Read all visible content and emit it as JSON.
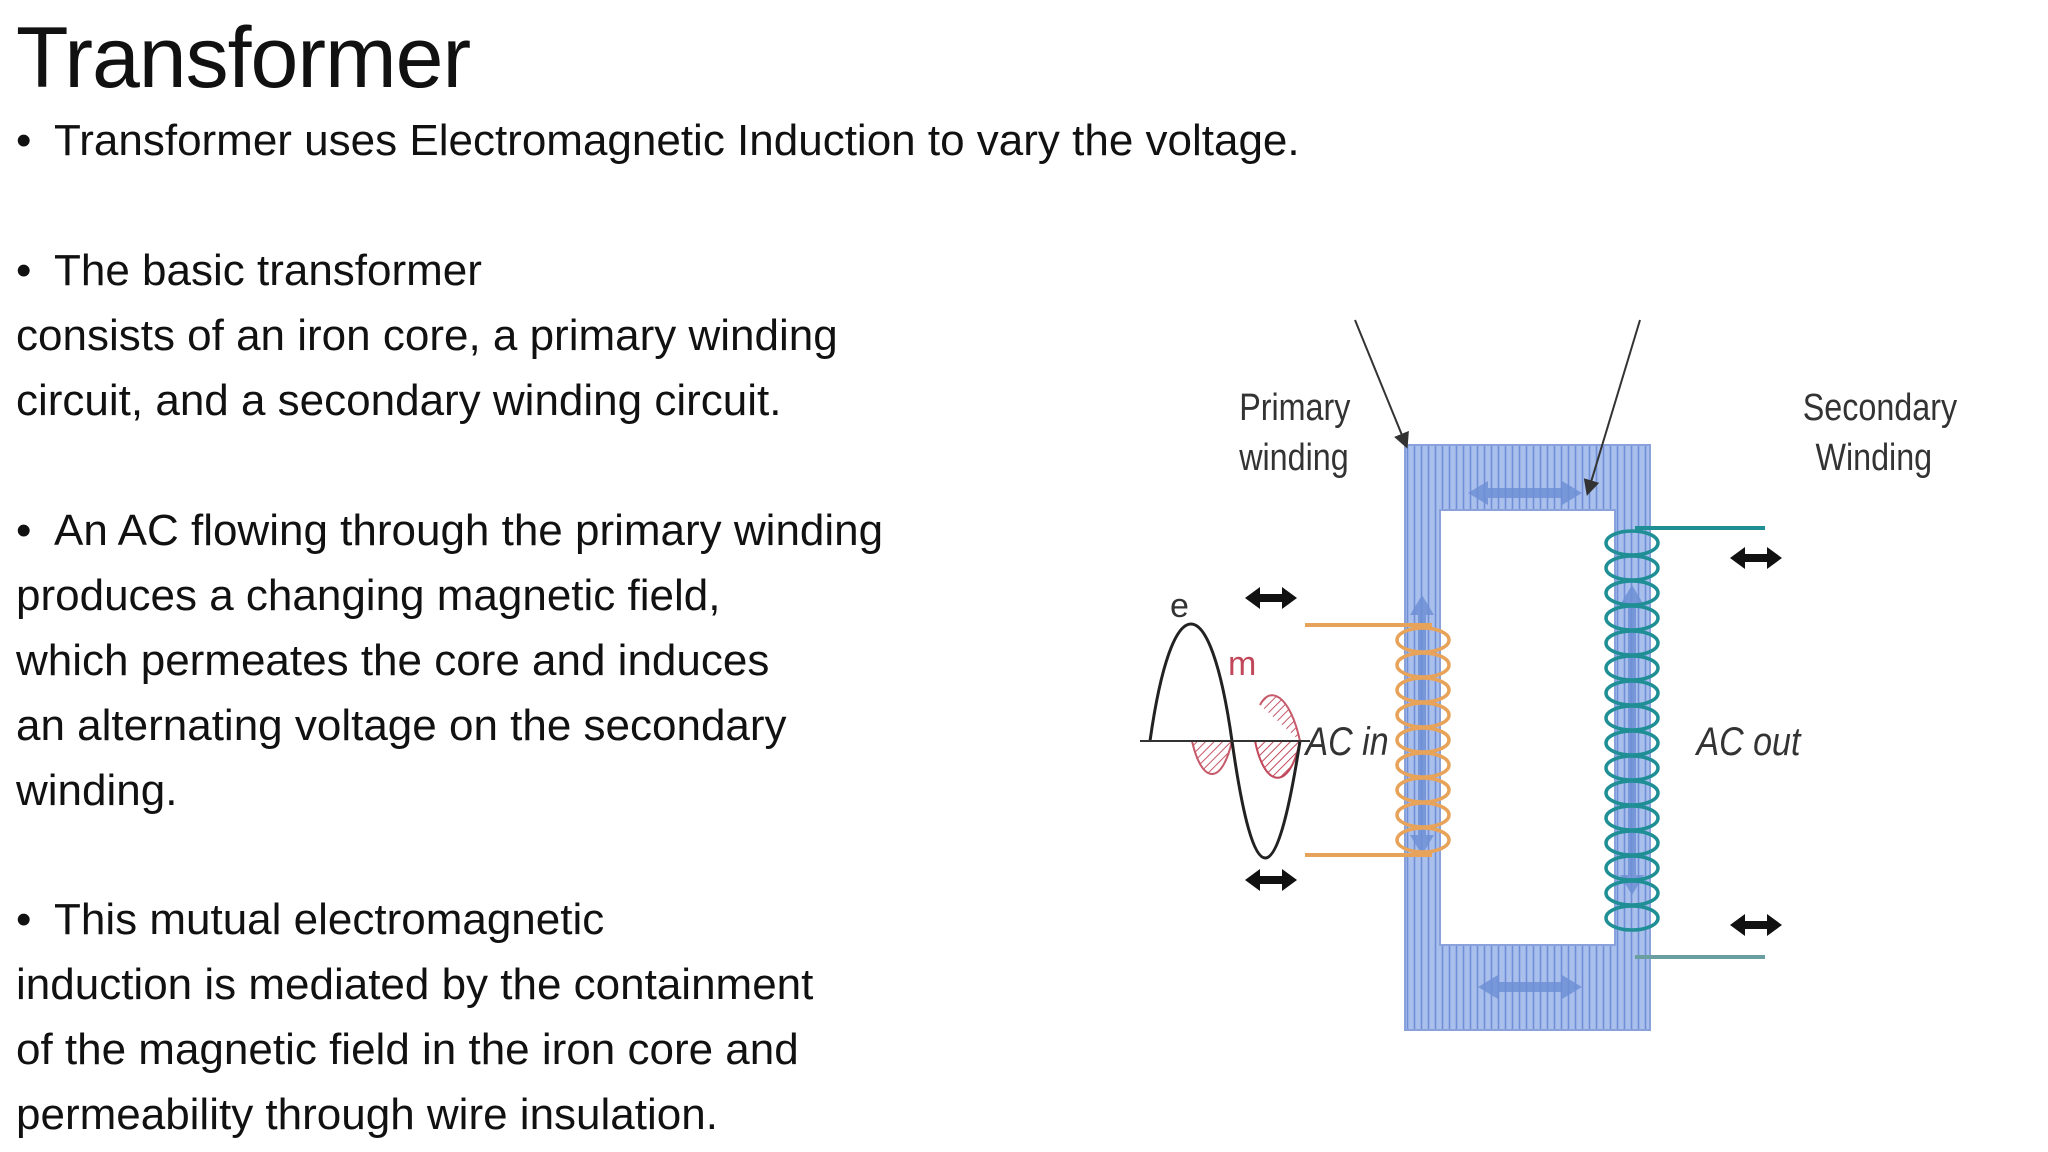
{
  "slide": {
    "title": "Transformer",
    "bullets": [
      {
        "lines": [
          "Transformer uses Electromagnetic Induction to vary the voltage."
        ]
      },
      {
        "lines": [
          "The basic transformer",
          "consists of an iron core, a primary winding",
          "circuit, and a secondary winding circuit."
        ]
      },
      {
        "lines": [
          "An AC flowing through the primary winding",
          "produces a changing magnetic field,",
          "which permeates the core and induces",
          "an alternating voltage on the secondary",
          "winding."
        ]
      },
      {
        "lines": [
          "This mutual electromagnetic",
          "induction is mediated by the containment",
          "of the magnetic field in the iron core and",
          "permeability through wire insulation."
        ]
      }
    ],
    "bullet_glyph": "•"
  },
  "diagram": {
    "labels": {
      "primary": [
        "Primary",
        "winding"
      ],
      "secondary": [
        "Secondary",
        "Winding"
      ],
      "ac_in": "AC in",
      "ac_out": "AC out",
      "e": "e",
      "m": "m"
    },
    "colors": {
      "core_fill": "#a9bfec",
      "core_hatch": "#6f8fd6",
      "primary_coil": "#e8a35a",
      "secondary_coil": "#1f8f95",
      "wave_fill": "#c0485a",
      "arrow": "#111111"
    }
  }
}
